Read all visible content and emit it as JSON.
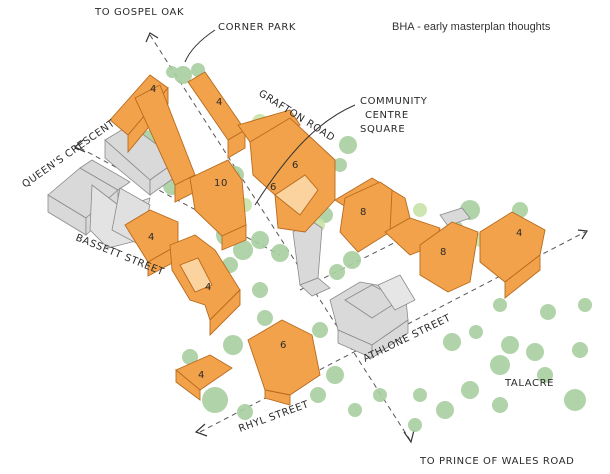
{
  "title": "BHA - early masterplan thoughts",
  "labels": {
    "to_gospel_oak": "TO GOSPEL OAK",
    "corner_park": "CORNER PARK",
    "grafton_road": "GRAFTON ROAD",
    "community_centre_square": [
      "COMMUNITY",
      "CENTRE",
      "SQUARE"
    ],
    "queens_crescent": "QUEEN'S CRESCENT",
    "bassett_street": "BASSETT STREET",
    "athlone_street": "ATHLONE STREET",
    "rhyl_street": "RHYL STREET",
    "talacre": "TALACRE",
    "to_prince_of_wales_road": "TO PRINCE OF WALES ROAD"
  },
  "colors": {
    "new_buildings": "#f2a24a",
    "new_buildings_roof": "#f6bd72",
    "existing_buildings": "#d9d9d9",
    "trees": "#a9cfa0",
    "trees_light": "#c8e3a8",
    "ink": "#3a3a3a"
  }
}
